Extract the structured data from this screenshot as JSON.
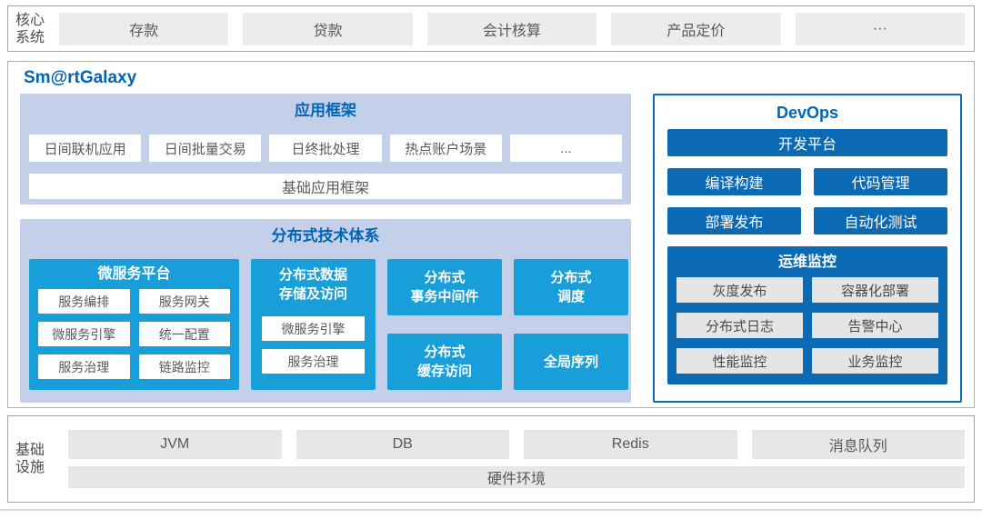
{
  "core_systems": {
    "label": "核心系统",
    "items": [
      "存款",
      "贷款",
      "会计核算",
      "产品定价",
      "···"
    ]
  },
  "platform_title": "Sm@rtGalaxy",
  "app_framework": {
    "title": "应用框架",
    "items": [
      "日间联机应用",
      "日间批量交易",
      "日终批处理",
      "热点账户场景",
      "..."
    ],
    "base": "基础应用框架"
  },
  "distributed": {
    "title": "分布式技术体系",
    "microservice_platform": {
      "title": "微服务平台",
      "items": [
        "服务编排",
        "服务网关",
        "微服务引擎",
        "统一配置",
        "服务治理",
        "链路监控"
      ]
    },
    "data_storage": {
      "title": "分布式数据\n存储及访问",
      "items": [
        "微服务引擎",
        "服务治理"
      ]
    },
    "blocks": [
      "分布式\n事务中间件",
      "分布式\n调度",
      "分布式\n缓存访问",
      "全局序列"
    ]
  },
  "devops": {
    "title": "DevOps",
    "dev_platform": "开发平台",
    "tools": [
      "编译构建",
      "代码管理",
      "部署发布",
      "自动化测试"
    ],
    "ops_monitor": {
      "title": "运维监控",
      "items": [
        "灰度发布",
        "容器化部署",
        "分布式日志",
        "告警中心",
        "性能监控",
        "业务监控"
      ]
    }
  },
  "infrastructure": {
    "label": "基础设施",
    "items": [
      "JVM",
      "DB",
      "Redis",
      "消息队列"
    ],
    "base": "硬件环境"
  },
  "colors": {
    "accent_blue": "#0066b3",
    "cyan": "#189ed9",
    "dark_blue": "#0c69b3",
    "panel_bg": "#c4cfea"
  }
}
